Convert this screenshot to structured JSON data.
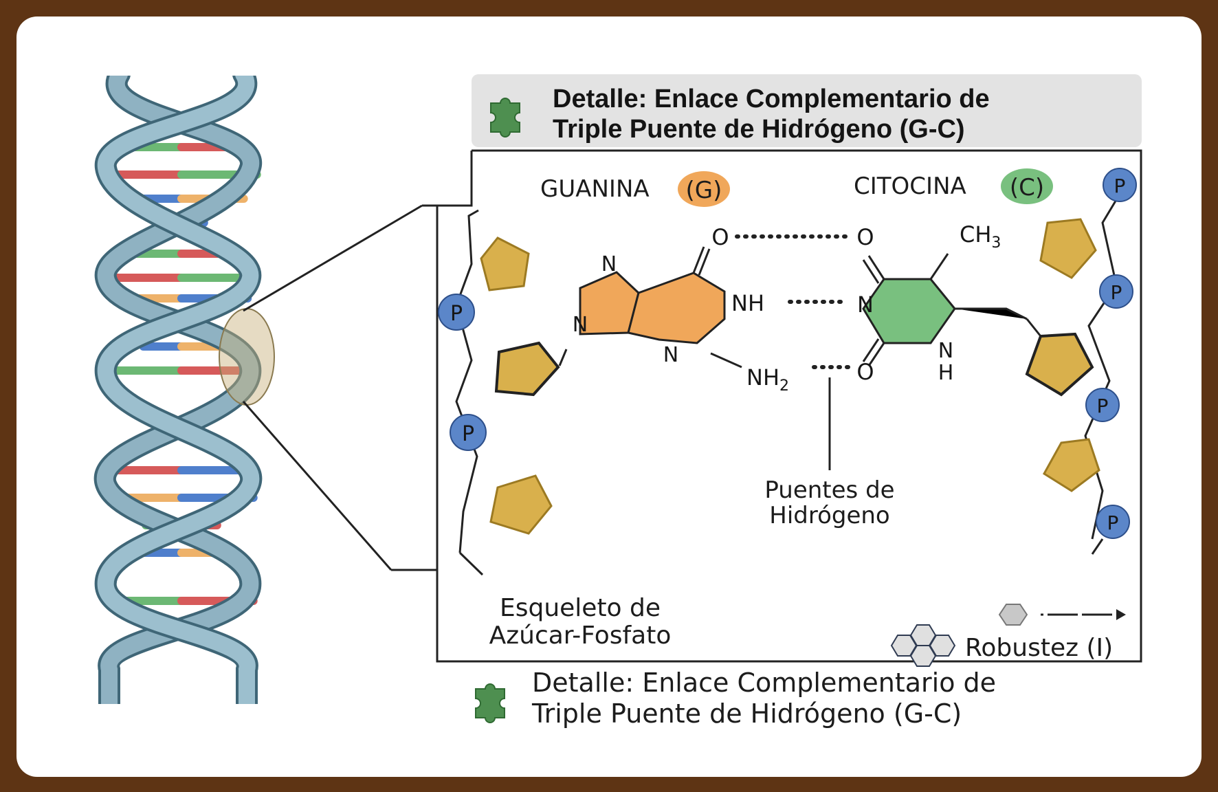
{
  "title": {
    "line1": "Detalle: Enlace Complementario de",
    "line2": "Triple Puente de Hidrógeno (G-C)"
  },
  "caption": {
    "line1": "Detalle: Enlace Complementario de",
    "line2": "Triple Puente de Hidrógeno (G-C)"
  },
  "guanine": {
    "name": "GUANINA",
    "letter": "(G)"
  },
  "cytosine": {
    "name": "CITOCINA",
    "letter": "(C)"
  },
  "atoms": {
    "guanine_o": "O",
    "guanine_nh": "NH",
    "guanine_nh2": "NH",
    "sub2": "2",
    "ring_n": "N",
    "cytosine_o_top": "O",
    "cytosine_n": "N",
    "cytosine_o_bottom": "O",
    "cytosine_nh_n": "N",
    "cytosine_nh_h": "H",
    "methyl": "CH",
    "sub3": "3"
  },
  "phosphate": "P",
  "hbond_label": {
    "line1": "Puentes de",
    "line2": "Hidrógeno"
  },
  "backbone_label": {
    "line1": "Esqueleto de",
    "line2": "Azúcar-Fosfato"
  },
  "robustness": "Robustez (I)",
  "icons": [
    "puzzle-icon",
    "hexagon-icon",
    "honeycomb-icon",
    "arrow-icon"
  ],
  "colors": {
    "frame": "#5e3414",
    "guanine": "#f0a75a",
    "cytosine": "#79c07f",
    "sugar": "#d9b04c",
    "phosphate": "#5b86c9",
    "helix": "#7fa6b7",
    "base_blue": "#4f7fcc",
    "base_orange": "#eeb26a",
    "base_green": "#6cb874",
    "base_red": "#d65a5a",
    "header_bg": "#e3e3e3"
  }
}
